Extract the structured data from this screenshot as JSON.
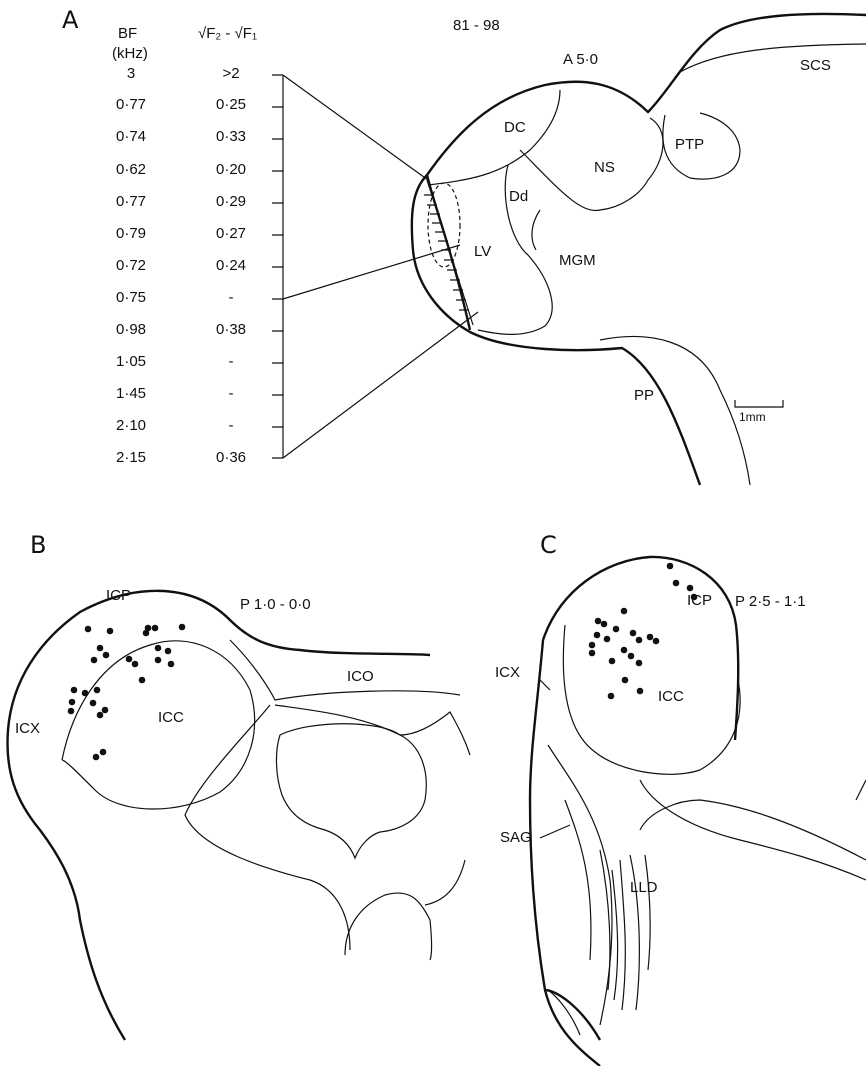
{
  "panels": {
    "a": {
      "letter": "A",
      "section_id": "81 - 98",
      "plane": "A 5·0",
      "scale_bar": "1mm"
    },
    "b": {
      "letter": "B",
      "plane": "P 1·0 - 0·0"
    },
    "c": {
      "letter": "C",
      "plane": "P 2·5 - 1·1"
    }
  },
  "table": {
    "col1_header": "BF",
    "col1_unit": "(kHz)",
    "col2_header": "√F₂ - √F₁",
    "rows": [
      {
        "bf": "3",
        "diff": ">2"
      },
      {
        "bf": "0·77",
        "diff": "0·25"
      },
      {
        "bf": "0·74",
        "diff": "0·33"
      },
      {
        "bf": "0·62",
        "diff": "0·20"
      },
      {
        "bf": "0·77",
        "diff": "0·29"
      },
      {
        "bf": "0·79",
        "diff": "0·27"
      },
      {
        "bf": "0·72",
        "diff": "0·24"
      },
      {
        "bf": "0·75",
        "diff": "-"
      },
      {
        "bf": "0·98",
        "diff": "0·38"
      },
      {
        "bf": "1·05",
        "diff": "-"
      },
      {
        "bf": "1·45",
        "diff": "-"
      },
      {
        "bf": "2·10",
        "diff": "-"
      },
      {
        "bf": "2·15",
        "diff": "0·36"
      }
    ]
  },
  "regions_a": {
    "scs": "SCS",
    "dc": "DC",
    "ns": "NS",
    "ptp": "PTP",
    "dd": "Dd",
    "lv": "LV",
    "mgm": "MGM",
    "pp": "PP"
  },
  "regions_b": {
    "icp": "ICP",
    "ico": "ICO",
    "icx": "ICX",
    "icc": "ICC"
  },
  "regions_c": {
    "icp": "ICP",
    "icx": "ICX",
    "icc": "ICC",
    "sag": "SAG",
    "lld": "LLD"
  }
}
